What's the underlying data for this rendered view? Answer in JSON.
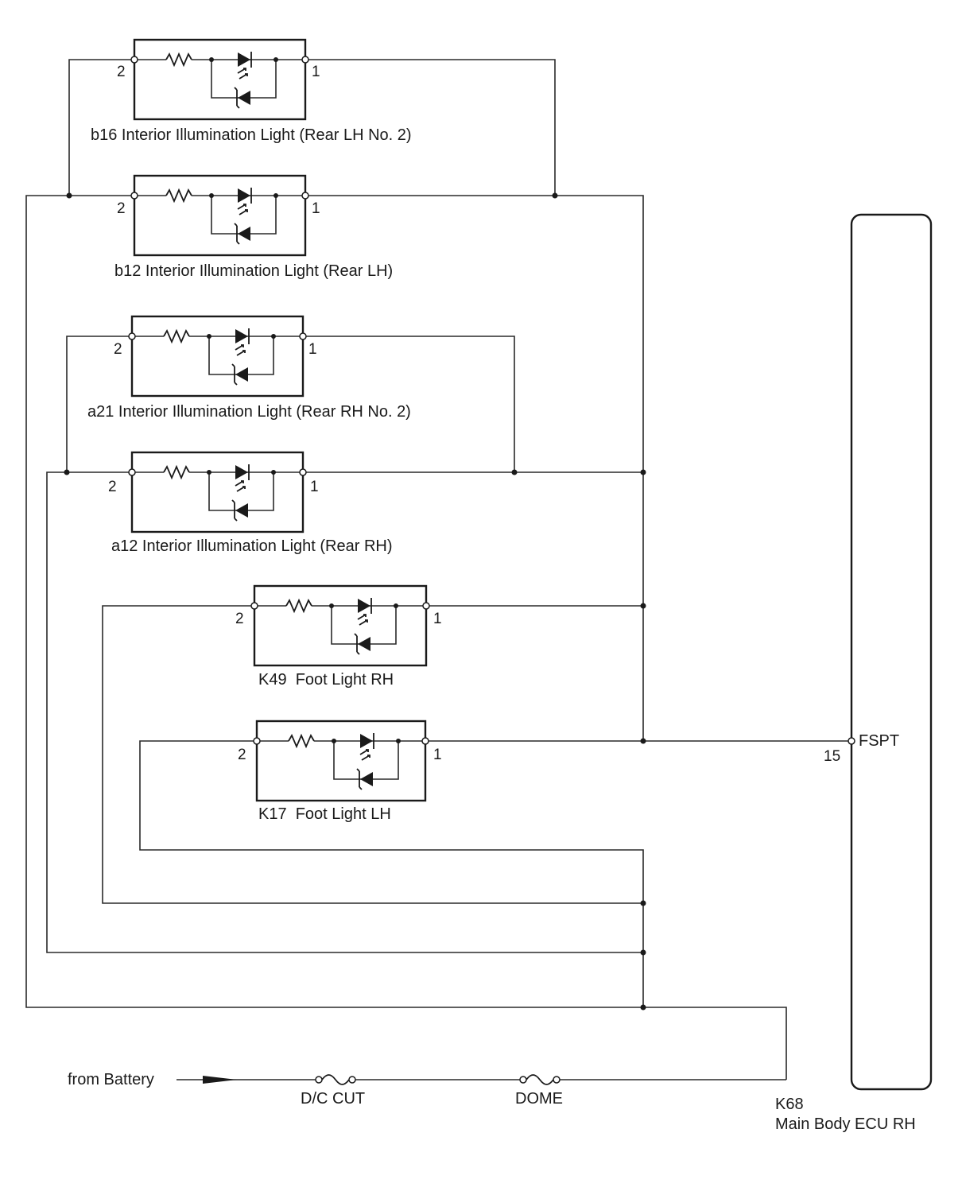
{
  "lights": [
    {
      "id": "b16",
      "label": "b16 Interior Illumination Light (Rear LH No. 2)",
      "pin_left": "2",
      "pin_right": "1"
    },
    {
      "id": "b12",
      "label": "b12 Interior Illumination Light (Rear LH)",
      "pin_left": "2",
      "pin_right": "1"
    },
    {
      "id": "a21",
      "label": "a21 Interior Illumination Light (Rear RH No. 2)",
      "pin_left": "2",
      "pin_right": "1"
    },
    {
      "id": "a12",
      "label": "a12 Interior Illumination Light (Rear RH)",
      "pin_left": "2",
      "pin_right": "1"
    },
    {
      "id": "K49",
      "label": "K49  Foot Light RH",
      "pin_left": "2",
      "pin_right": "1"
    },
    {
      "id": "K17",
      "label": "K17  Foot Light LH",
      "pin_left": "2",
      "pin_right": "1"
    }
  ],
  "ecu": {
    "code": "K68",
    "name": "Main Body ECU RH",
    "pin_number": "15",
    "pin_name": "FSPT"
  },
  "source": {
    "label": "from Battery"
  },
  "fuses": [
    {
      "label": "D/C CUT"
    },
    {
      "label": "DOME"
    }
  ]
}
